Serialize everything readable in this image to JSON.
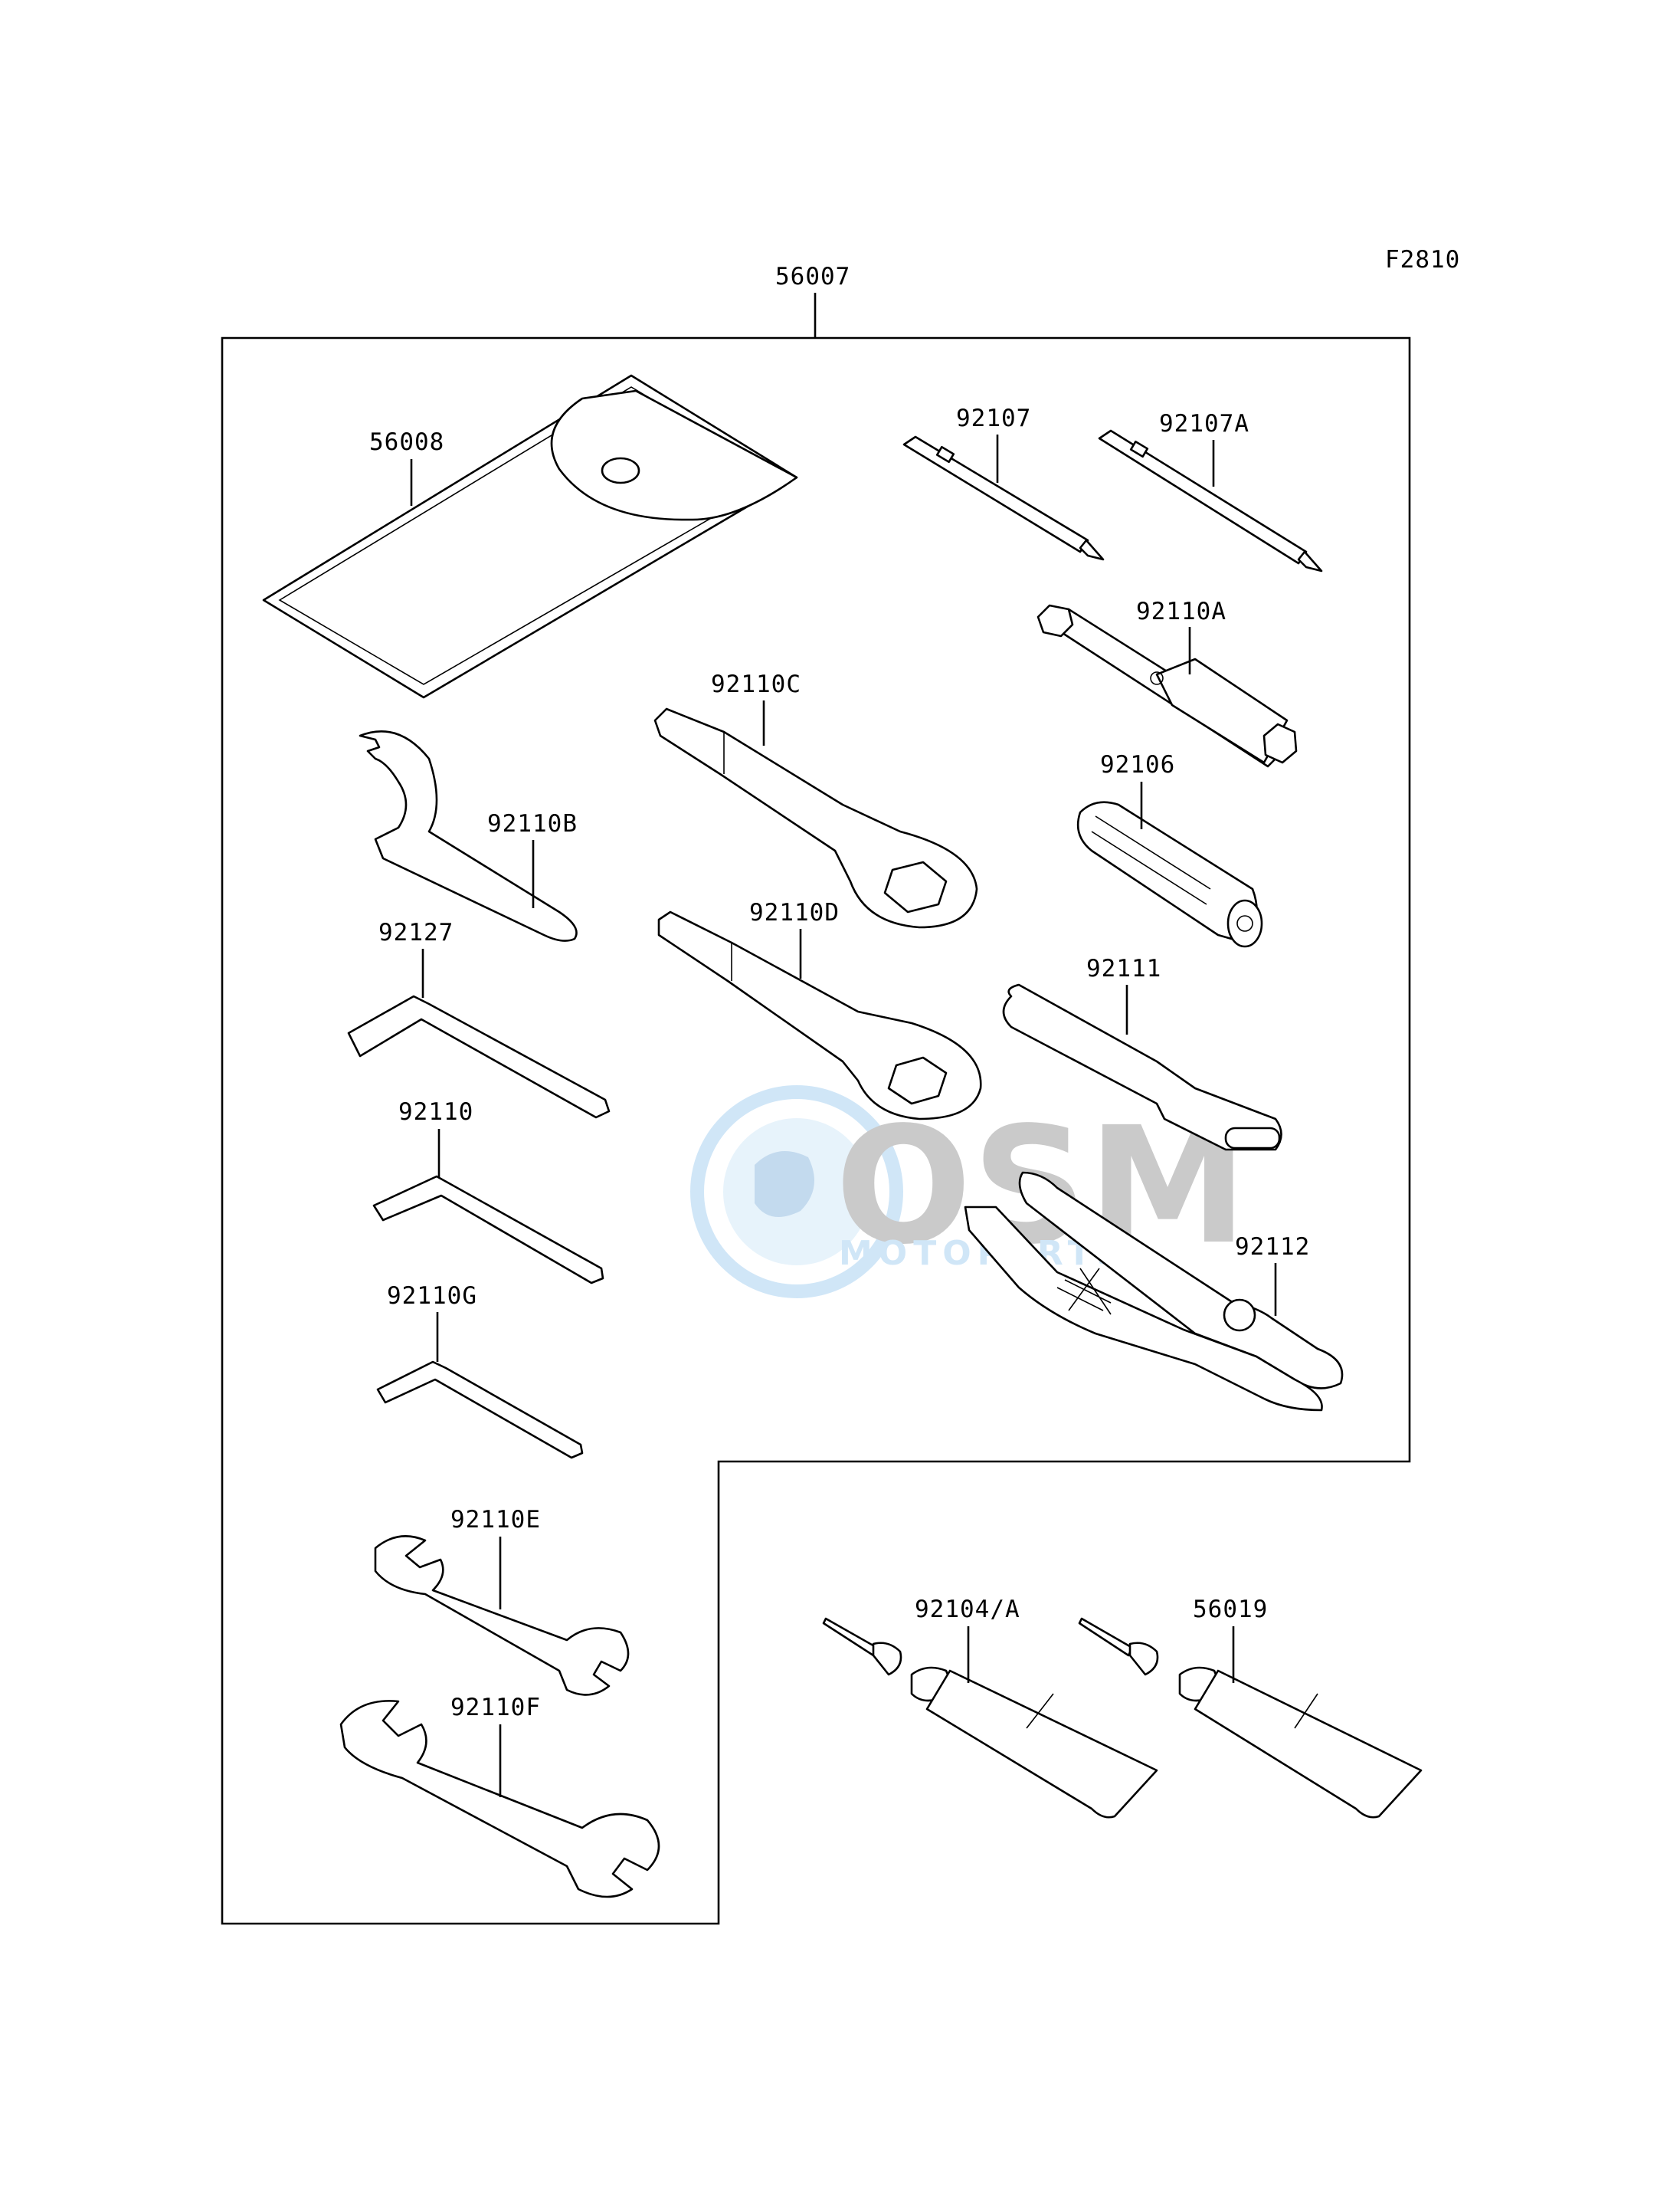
{
  "figure_code": "F2810",
  "assembly_part_number": "56007",
  "parts": [
    {
      "id": "56008",
      "icon": "tool-pouch-icon"
    },
    {
      "id": "92107",
      "icon": "screwdriver-bit-icon"
    },
    {
      "id": "92107A",
      "icon": "screwdriver-bit-icon"
    },
    {
      "id": "92110A",
      "icon": "spark-plug-socket-icon"
    },
    {
      "id": "92110C",
      "icon": "box-end-wrench-icon"
    },
    {
      "id": "92106",
      "icon": "socket-handle-icon"
    },
    {
      "id": "92110B",
      "icon": "hook-spanner-icon"
    },
    {
      "id": "92110D",
      "icon": "box-end-wrench-icon"
    },
    {
      "id": "92127",
      "icon": "hex-key-icon"
    },
    {
      "id": "92111",
      "icon": "tommy-bar-icon"
    },
    {
      "id": "92110",
      "icon": "hex-key-icon"
    },
    {
      "id": "92112",
      "icon": "pliers-icon"
    },
    {
      "id": "92110G",
      "icon": "hex-key-icon"
    },
    {
      "id": "92110E",
      "icon": "open-end-wrench-icon"
    },
    {
      "id": "92110F",
      "icon": "open-end-wrench-icon"
    },
    {
      "id": "92104/A",
      "icon": "grease-tube-icon"
    },
    {
      "id": "56019",
      "icon": "grease-tube-icon"
    }
  ],
  "watermark": {
    "brand": "OSM",
    "subtitle": "MOTOPARTS",
    "color": "#5aa9e6"
  }
}
